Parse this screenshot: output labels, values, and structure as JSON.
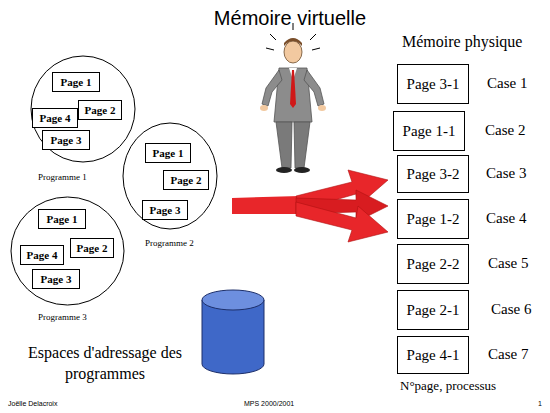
{
  "diagram": {
    "title": "Mémoire virtuelle",
    "nodes": [
      {
        "text": [
          "Programme 1"
        ]
      },
      {
        "text": [
          "Page 1"
        ],
        "in": 0
      },
      {
        "text": [
          "Page 2"
        ],
        "in": 0
      },
      {
        "text": [
          "Page 4"
        ],
        "in": 0
      },
      {
        "text": [
          "Page 3"
        ],
        "in": 0
      },
      {
        "text": [
          "Programme 2"
        ]
      },
      {
        "text": [
          "Page 1"
        ],
        "in": 5
      },
      {
        "text": [
          "Page 2"
        ],
        "in": 5
      },
      {
        "text": [
          "Page 3"
        ],
        "in": 5
      },
      {
        "text": [
          "Programme 3"
        ]
      },
      {
        "text": [
          "Page 1"
        ],
        "in": 9
      },
      {
        "text": [
          "Page 2"
        ],
        "in": 9
      },
      {
        "text": [
          "Page 4"
        ],
        "in": 9
      },
      {
        "text": [
          "Page 3"
        ],
        "in": 9
      },
      {
        "text": [
          "Page 3-1"
        ]
      },
      {
        "text": [
          "Page 1-1"
        ]
      },
      {
        "text": [
          "Page 3-2"
        ]
      },
      {
        "text": [
          "Page 1-2"
        ]
      },
      {
        "text": [
          "Page 2-2"
        ]
      },
      {
        "text": [
          "Page 2-1"
        ]
      },
      {
        "text": [
          "Page 4-1"
        ]
      }
    ],
    "labels": [
      "Mémoire physique",
      "Case 1",
      "Case 2",
      "Case 3",
      "Case 4",
      "Case 5",
      "Case 6",
      "Case 7",
      "N°page, processus",
      "Espaces d'adressage des programmes",
      "Joëlle Delacroix",
      "MPS 2000/2001",
      "1"
    ]
  }
}
